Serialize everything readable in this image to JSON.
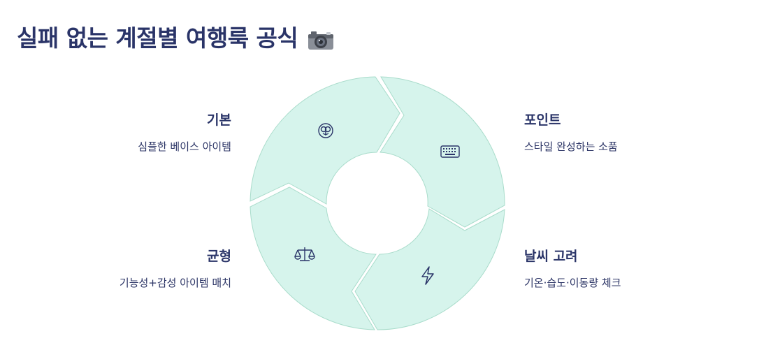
{
  "title": {
    "text": "실패 없는 계절별 여행룩 공식",
    "icon": "camera-icon"
  },
  "colors": {
    "segment_fill": "#d6f4ec",
    "segment_stroke": "#a9dccb",
    "text": "#2a3468"
  },
  "segments": [
    {
      "key": "basic",
      "heading": "기본",
      "description": "심플한 베이스 아이템",
      "icon": "flower-icon"
    },
    {
      "key": "point",
      "heading": "포인트",
      "description": "스타일 완성하는 소품",
      "icon": "keyboard-icon"
    },
    {
      "key": "weather",
      "heading": "날씨 고려",
      "description": "기온·습도·이동량 체크",
      "icon": "lightning-icon"
    },
    {
      "key": "balance",
      "heading": "균형",
      "description": "기능성+감성 아이템 매치",
      "icon": "scales-icon"
    }
  ]
}
